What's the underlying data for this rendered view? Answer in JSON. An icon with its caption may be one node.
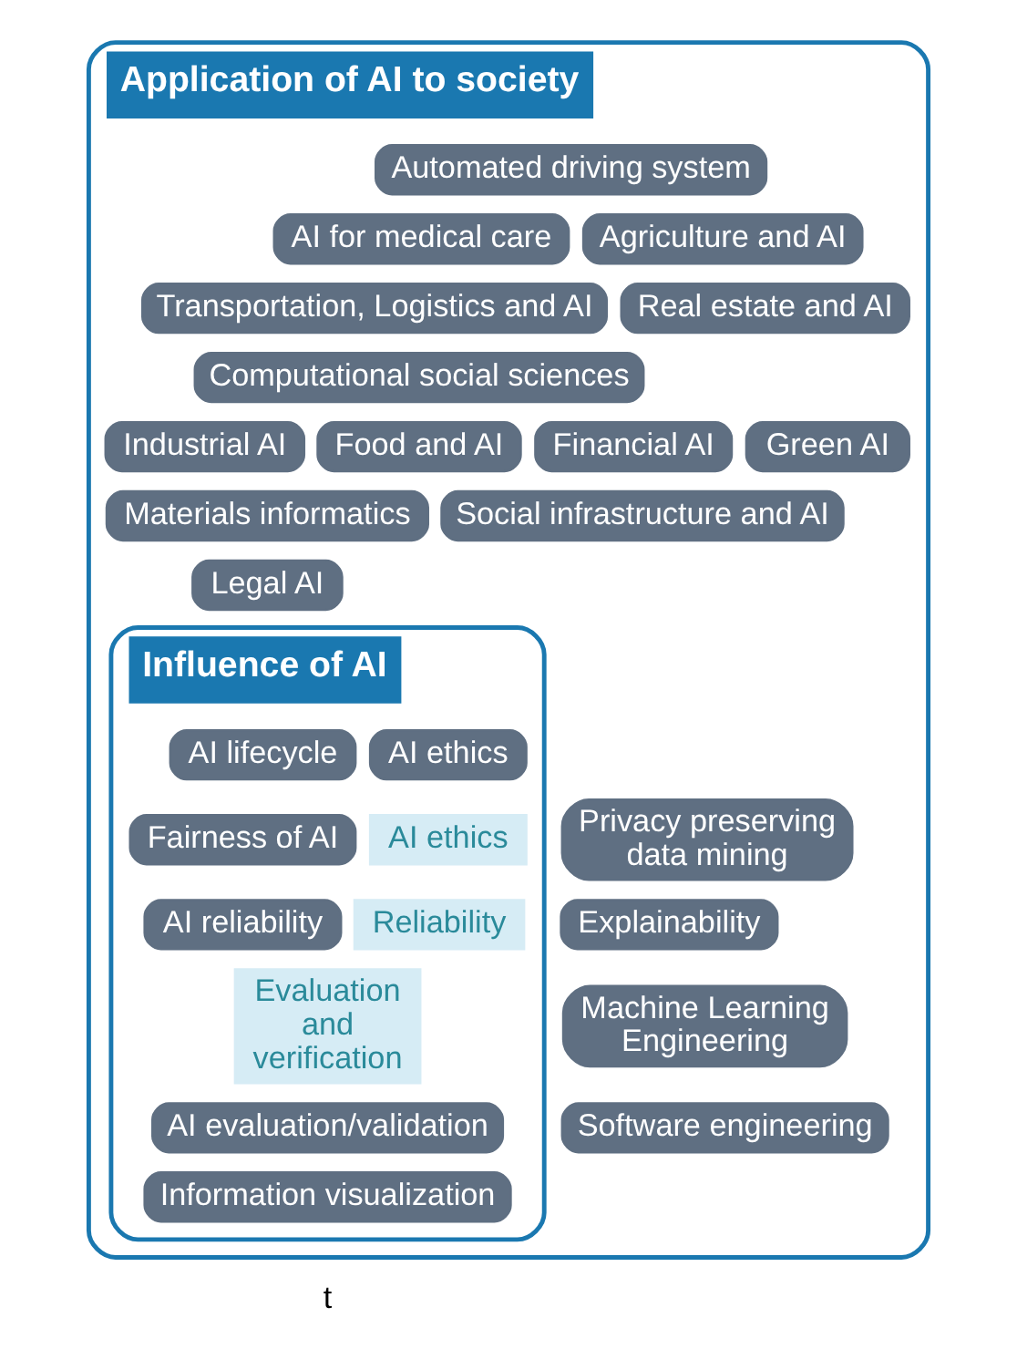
{
  "diagram": {
    "nodes": [
      {
        "text": [
          "Application of AI to society"
        ]
      },
      {
        "text": [
          "Automated driving system"
        ],
        "in": 0
      },
      {
        "text": [
          "AI for medical care"
        ],
        "in": 0
      },
      {
        "text": [
          "Agriculture and AI"
        ],
        "in": 0
      },
      {
        "text": [
          "Transportation, Logistics and AI"
        ],
        "in": 0
      },
      {
        "text": [
          "Real estate and AI"
        ],
        "in": 0
      },
      {
        "text": [
          "Computational social sciences"
        ],
        "in": 0
      },
      {
        "text": [
          "Industrial AI"
        ],
        "in": 0
      },
      {
        "text": [
          "Food and AI"
        ],
        "in": 0
      },
      {
        "text": [
          "Financial AI"
        ],
        "in": 0
      },
      {
        "text": [
          "Green AI"
        ],
        "in": 0
      },
      {
        "text": [
          "Materials informatics"
        ],
        "in": 0
      },
      {
        "text": [
          "Social infrastructure and AI"
        ],
        "in": 0
      },
      {
        "text": [
          "Influence of AI"
        ],
        "in": 0
      },
      {
        "text": [
          "Legal AI"
        ],
        "in": 0
      },
      {
        "text": [
          "AI ethics"
        ],
        "in": 13
      },
      {
        "text": [
          "AI lifecycle"
        ],
        "in": 13
      },
      {
        "text": [
          "Privacy preserving data mining"
        ],
        "in": 0
      },
      {
        "text": [
          "Fairness of AI"
        ],
        "in": 13
      },
      {
        "text": [
          "AI ethics"
        ],
        "in": 13
      },
      {
        "text": [
          "Explainability"
        ],
        "in": 0
      },
      {
        "text": [
          "AI reliability"
        ],
        "in": 13
      },
      {
        "text": [
          "Reliability"
        ],
        "in": 13
      },
      {
        "text": [
          "Machine Learning Engineering"
        ],
        "in": 0
      },
      {
        "text": [
          "Evaluation and verification"
        ],
        "in": 13
      },
      {
        "text": [
          "Software engineering"
        ],
        "in": 0
      },
      {
        "text": [
          "AI evaluation/validation"
        ],
        "in": 13
      },
      {
        "text": [
          "Information visualization"
        ],
        "in": 13
      }
    ],
    "edges": [],
    "labels": [
      "t"
    ]
  }
}
